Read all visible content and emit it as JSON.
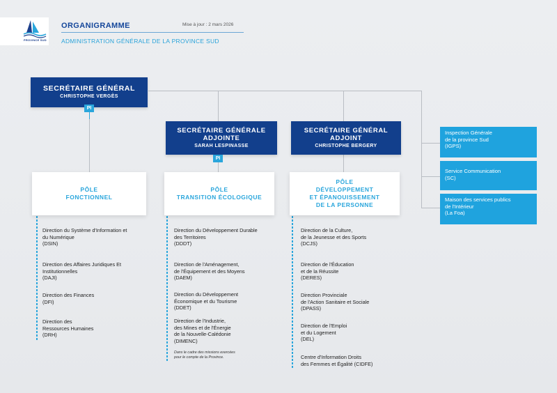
{
  "header": {
    "logo_text": "PROVINCE SUD",
    "title": "ORGANIGRAMME",
    "update": "Mise à jour :  2 mars 2026",
    "subtitle": "ADMINISTRATION GÉNÉRALE DE LA PROVINCE SUD"
  },
  "secretaire_general": {
    "title": "SECRÉTAIRE GÉNÉRAL",
    "name": "CHRISTOPHE VERGÈS",
    "badge": "PI"
  },
  "adjointe": {
    "title_line1": "SECRÉTAIRE GÉNÉRALE",
    "title_line2": "ADJOINTE",
    "name": "SARAH LESPINASSE",
    "badge": "PI"
  },
  "adjoint": {
    "title_line1": "SECRÉTAIRE GÉNÉRAL",
    "title_line2": "ADJOINT",
    "name": "CHRISTOPHE BERGERY"
  },
  "poles": [
    {
      "lines": [
        "PÔLE",
        "FONCTIONNEL"
      ],
      "directions": [
        [
          "Direction du Système d'Information et",
          "du Numérique",
          "(DSIN)"
        ],
        [
          "Direction des Affaires Juridiques Et",
          "Institutionnelles",
          "(DAJI)"
        ],
        [
          "Direction des Finances",
          "(DFI)"
        ],
        [
          "Direction des",
          "Ressources Humaines",
          "(DRH)"
        ]
      ]
    },
    {
      "lines": [
        "PÔLE",
        "TRANSITION ÉCOLOGIQUE"
      ],
      "directions": [
        [
          "Direction du Développement Durable",
          "des Territoires",
          "(DDDT)"
        ],
        [
          "Direction de l'Aménagement,",
          "de l'Équipement et des Moyens",
          "(DAEM)"
        ],
        [
          "Direction du Développement",
          "Économique et du Tourisme",
          "(DDET)"
        ],
        [
          "Direction de l'Industrie,",
          "des Mines et de l'Énergie",
          "de la Nouvelle-Calédonie",
          "(DIMENC)"
        ]
      ],
      "note": [
        "Dans le cadre des missions exercées",
        "pour le compte de la Province."
      ]
    },
    {
      "lines": [
        "PÔLE",
        "DÉVELOPPEMENT",
        "ET ÉPANOUISSEMENT",
        "DE LA PERSONNE"
      ],
      "directions": [
        [
          "Direction de la Culture,",
          "de la Jeunesse et des Sports",
          "(DCJS)"
        ],
        [
          "Direction de l'Éducation",
          "et de la Réussite",
          "(DERES)"
        ],
        [
          "Direction Provinciale",
          "de l'Action Sanitaire et Sociale",
          "(DPASS)"
        ],
        [
          "Direction de l'Emploi",
          "et du Logement",
          "(DEL)"
        ],
        [
          "Centre d'Information Droits",
          "des Femmes et Égalité (CIDFE)"
        ]
      ]
    }
  ],
  "services": [
    [
      "Inspection Générale",
      "de la province Sud",
      "(IGPS)"
    ],
    [
      "Service Communication",
      "(SC)"
    ],
    [
      "Maison des services publics",
      "de l'Intérieur",
      "(La Foa)"
    ]
  ]
}
